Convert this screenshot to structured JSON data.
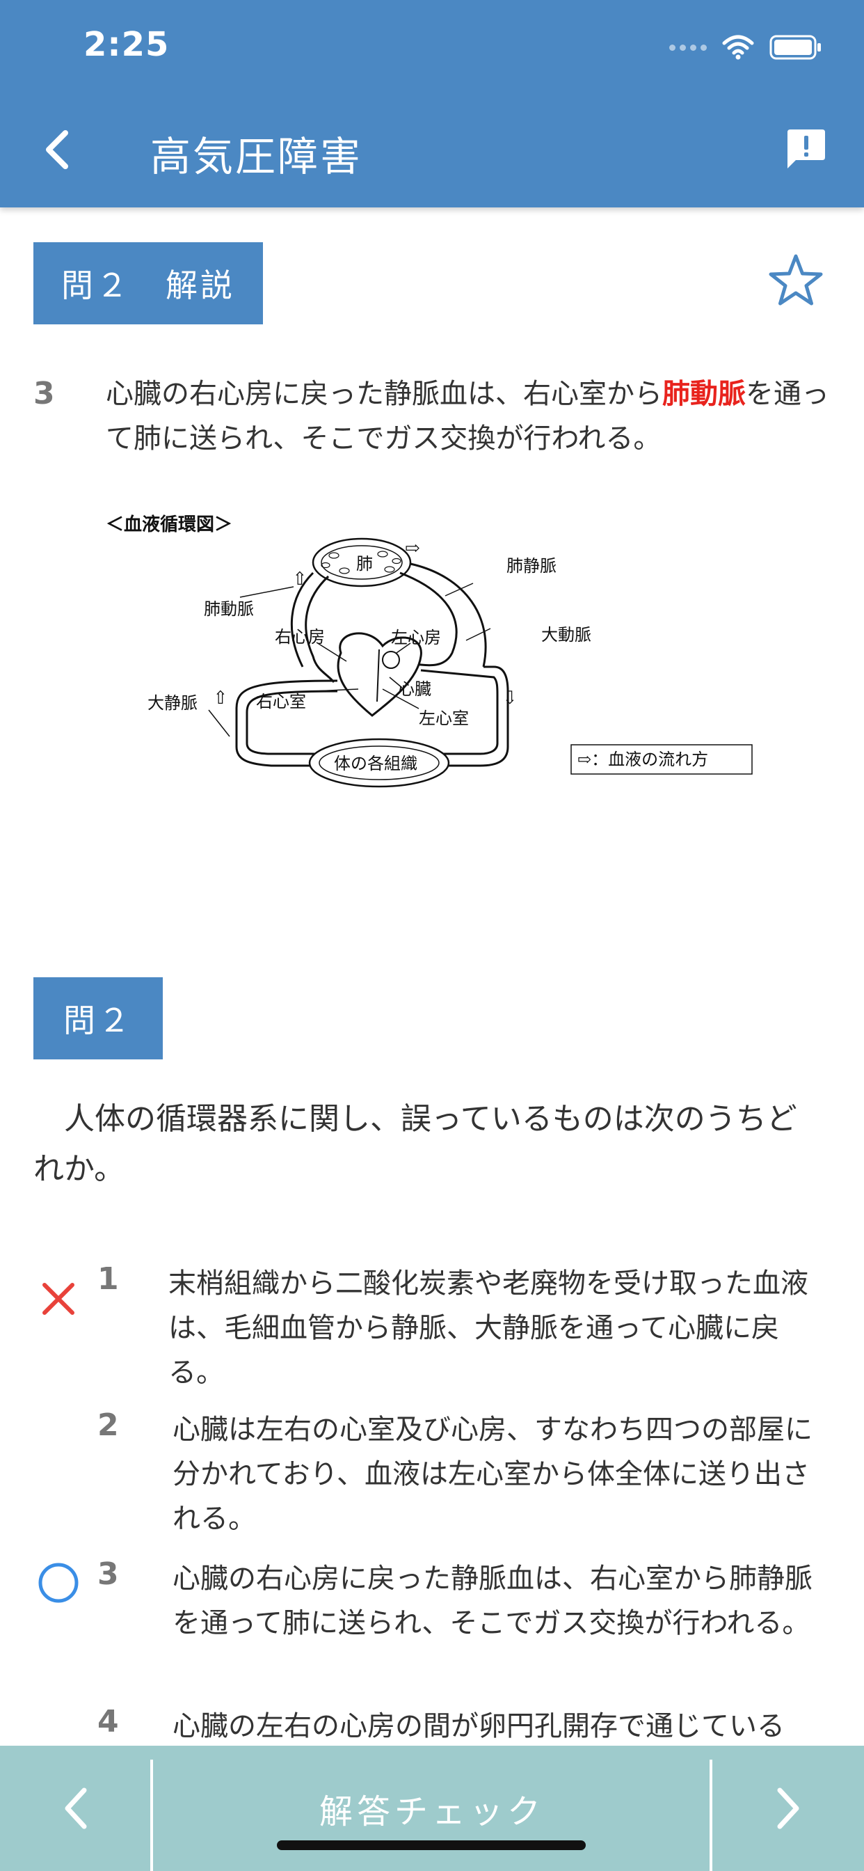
{
  "status_bar": {
    "time": "2:25"
  },
  "header": {
    "title": "高気圧障害",
    "back_icon": "chevron-left-icon",
    "report_icon": "report-icon"
  },
  "explanation": {
    "label": "問２　解説",
    "number": "3",
    "text_before": "心臓の右心房に戻った静脈血は、右心室から",
    "text_highlight": "肺動脈",
    "text_after": "を通って肺に送られ、そこでガス交換が行われる。",
    "highlight_color": "#e8231d",
    "diagram": {
      "title": "＜血液循環図＞",
      "labels": {
        "lung": "肺",
        "pulmonary_vein": "肺静脈",
        "pulmonary_artery": "肺動脈",
        "aorta": "大動脈",
        "right_atrium": "右心房",
        "left_atrium": "左心房",
        "vena_cava": "大静脈",
        "right_ventricle": "右心室",
        "heart": "心臓",
        "left_ventricle": "左心室",
        "body_tissue": "体の各組織",
        "legend": "⇨：血液の流れ方"
      }
    }
  },
  "question": {
    "label": "問２",
    "text": "人体の循環器系に関し、誤っているものは次のうちどれか。",
    "options": [
      {
        "number": "1",
        "mark": "cross",
        "text": "末梢組織から二酸化炭素や老廃物を受け取った血液は、毛細血管から静脈、大静脈を通って心臓に戻る。"
      },
      {
        "number": "2",
        "mark": "",
        "text": "心臓は左右の心室及び心房、すなわち四つの部屋に分かれており、血液は左心室から体全体に送り出される。"
      },
      {
        "number": "3",
        "mark": "circle",
        "text": "心臓の右心房に戻った静脈血は、右心室から肺静脈を通って肺に送られ、そこでガス交換が行われる。"
      },
      {
        "number": "4",
        "mark": "",
        "text": "心臓の左右の心房の間が卵円孔開存で通じている"
      }
    ]
  },
  "footer": {
    "check_label": "解答チェック",
    "prev_icon": "chevron-left-icon",
    "next_icon": "chevron-right-icon"
  },
  "colors": {
    "header_bg": "#4b88c3",
    "footer_bg": "#9ecbcc",
    "cross_mark": "#e8423a",
    "circle_mark": "#3a8ee6"
  }
}
